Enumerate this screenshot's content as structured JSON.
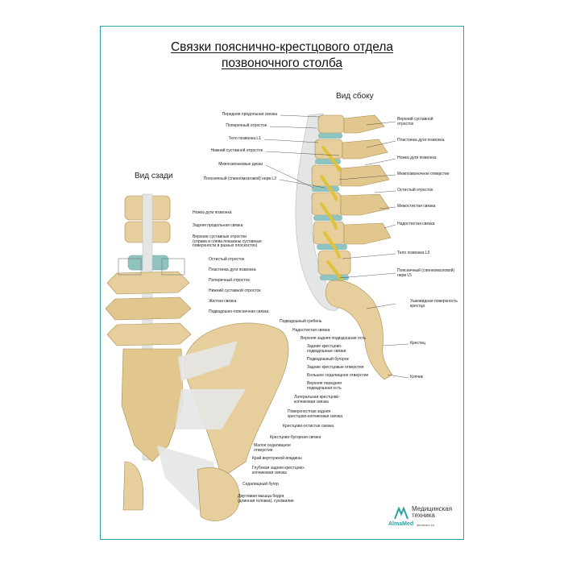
{
  "title": {
    "line1": "Связки пояснично-крестцового отдела",
    "line2": "позвоночного столба"
  },
  "views": {
    "side": "Вид сбоку",
    "back": "Вид сзади"
  },
  "labels_side_left": [
    "Передняя  продольная связка",
    "Поперечный  отросток",
    "Тело позвонка L1",
    "Нижний суставной отросток",
    "Межпозвонковые диски",
    "Поясничный (спинномозговой) нерв L2"
  ],
  "labels_side_right": [
    "Верхний суставной\nотросток",
    "Пластинка дуги позвонка",
    "Ножка дуги позвонка",
    "Межпозвоночное отверстие",
    "Остистый отросток",
    "Межостистая связка",
    "Надостистая связка",
    "Тело позвонка L5",
    "Поясничный (спинномозговой)\nнерв L5",
    "Ушковидная поверхность\nкрестца",
    "Крестец",
    "Копчик"
  ],
  "labels_back": [
    "Ножка дуги позвонка",
    "Задняя продольная связка",
    "Верхние суставные отростки\n(справа и слева показаны суставные\nповерхности в разных плоскостях)",
    "Остистый отросток",
    "Пластинка дуги позвонка",
    "Поперечный  отросток",
    "Нижний суставной отросток",
    "Желтая связка",
    "Подвздошно-поясничная связка",
    "Подвздошный гребень",
    "Надостистая связка",
    "Верхняя задняя подвздошная ость",
    "Задние крестцово-\nподвздошные связки",
    "Подвздошный бугорок",
    "Задние крестцовые отверстия",
    "Большое седалищное отверстие",
    "Верхняя передняя\nподвздошная ость",
    "Латеральная крестцово-\nкопчиковая связка",
    "Поверхностная задняя\nкрестцово-копчиковая связка",
    "Крестцово-остистая связка",
    "Крестцово-бугорная связка",
    "Малое седалищное\nотверстие",
    "Край вертлужной впадины",
    "Глубокая задняя крестцово-\nкопчиковая связка",
    "Седалищный бугор",
    "Двуглавая мышца бедра\n(длинная головка), сухожилие"
  ],
  "logo": {
    "brand": "AlmaMed",
    "tagline": "Медицинская\nтехника",
    "url": "almamed.su"
  },
  "colors": {
    "border": "#2aa3a3",
    "bone": "#e6cf9c",
    "disc": "#8fc3c0",
    "nerve": "#e0c23a",
    "ligament": "#e4e6e6"
  }
}
